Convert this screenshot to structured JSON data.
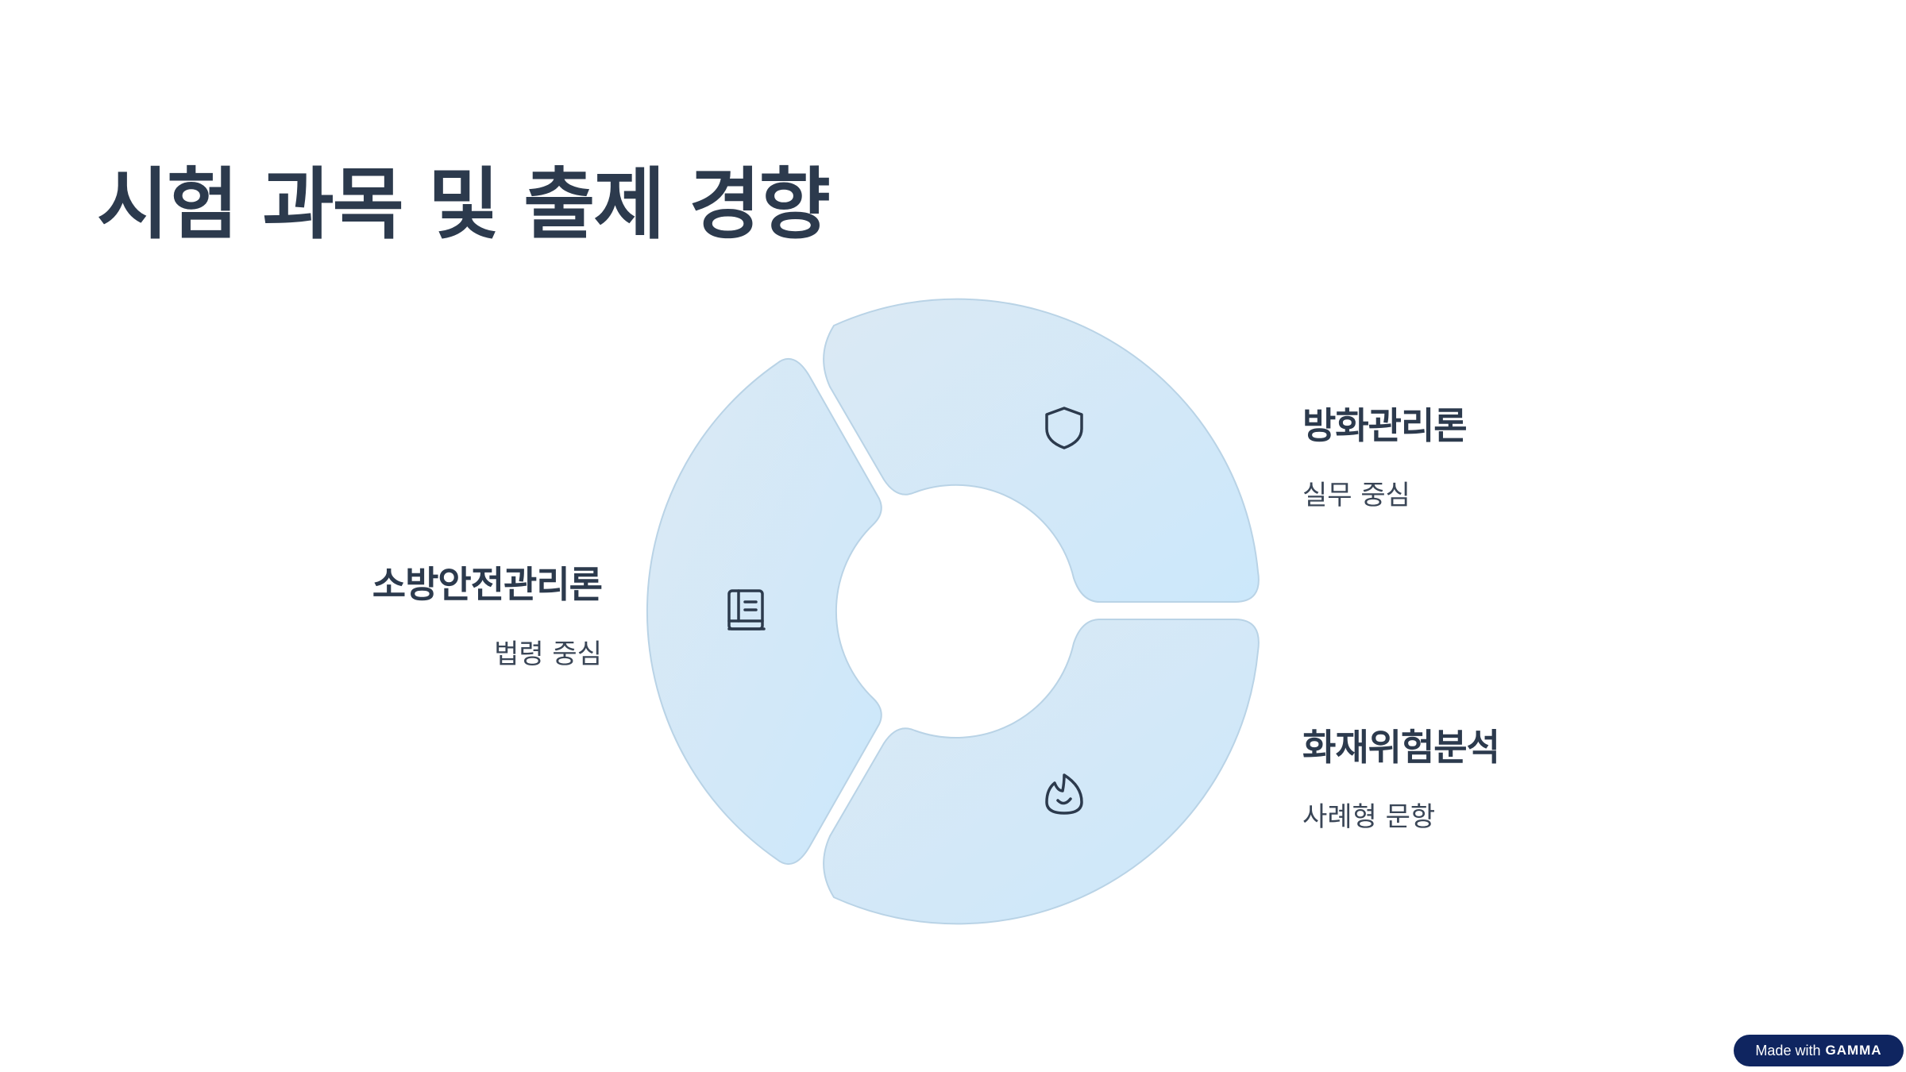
{
  "title": "시험 과목 및 출제 경향",
  "segments": [
    {
      "title": "소방안전관리론",
      "subtitle": "법령 중심",
      "icon": "book-icon"
    },
    {
      "title": "방화관리론",
      "subtitle": "실무 중심",
      "icon": "shield-icon"
    },
    {
      "title": "화재위험분석",
      "subtitle": "사례형 문항",
      "icon": "flame-icon"
    }
  ],
  "colors": {
    "segment_fill_start": "#dbe9f4",
    "segment_fill_end": "#cde8fb",
    "segment_stroke": "#b9d3e6",
    "text": "#2c3a4d",
    "badge_bg": "#0f2560"
  },
  "badge": {
    "prefix": "Made with",
    "brand": "GAMMA"
  }
}
